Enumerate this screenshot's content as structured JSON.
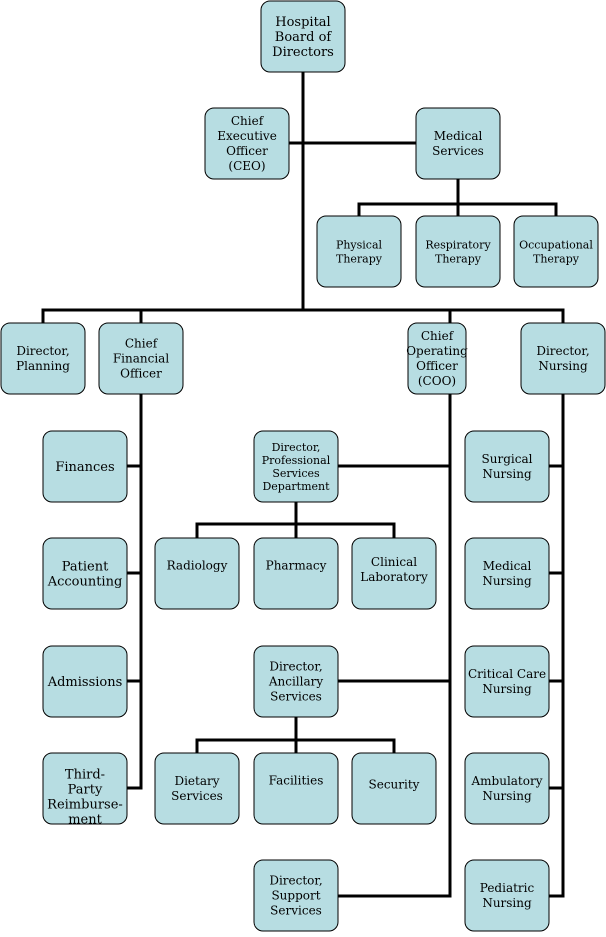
{
  "colors": {
    "box_fill": "#b7dde2",
    "box_stroke": "#000000",
    "line": "#000000",
    "background": "#ffffff"
  },
  "nodes": {
    "board": {
      "lines": [
        "Hospital",
        "Board of",
        "Directors"
      ]
    },
    "ceo": {
      "lines": [
        "Chief",
        "Executive",
        "Officer",
        "(CEO)"
      ]
    },
    "medical_services": {
      "lines": [
        "Medical",
        "Services"
      ]
    },
    "physical_therapy": {
      "lines": [
        "Physical",
        "Therapy"
      ]
    },
    "respiratory_therapy": {
      "lines": [
        "Respiratory",
        "Therapy"
      ]
    },
    "occupational_therapy": {
      "lines": [
        "Occupational",
        "Therapy"
      ]
    },
    "director_planning": {
      "lines": [
        "Director,",
        "Planning"
      ]
    },
    "cfo": {
      "lines": [
        "Chief",
        "Financial",
        "Officer"
      ]
    },
    "coo": {
      "lines": [
        "Chief",
        "Operating",
        "Officer",
        "(COO)"
      ]
    },
    "director_nursing": {
      "lines": [
        "Director,",
        "Nursing"
      ]
    },
    "finances": {
      "lines": [
        "Finances"
      ]
    },
    "patient_accounting": {
      "lines": [
        "Patient",
        "Accounting"
      ]
    },
    "admissions": {
      "lines": [
        "Admissions"
      ]
    },
    "third_party": {
      "lines": [
        "Third-",
        "Party",
        "Reimburse-",
        "ment"
      ]
    },
    "director_professional": {
      "lines": [
        "Director,",
        "Professional",
        "Services",
        "Department"
      ]
    },
    "radiology": {
      "lines": [
        "Radiology"
      ]
    },
    "pharmacy": {
      "lines": [
        "Pharmacy"
      ]
    },
    "clinical_laboratory": {
      "lines": [
        "Clinical",
        "Laboratory"
      ]
    },
    "director_ancillary": {
      "lines": [
        "Director,",
        "Ancillary",
        "Services"
      ]
    },
    "dietary_services": {
      "lines": [
        "Dietary",
        "Services"
      ]
    },
    "facilities": {
      "lines": [
        "Facilities"
      ]
    },
    "security": {
      "lines": [
        "Security"
      ]
    },
    "director_support": {
      "lines": [
        "Director,",
        "Support",
        "Services"
      ]
    },
    "surgical_nursing": {
      "lines": [
        "Surgical",
        "Nursing"
      ]
    },
    "medical_nursing": {
      "lines": [
        "Medical",
        "Nursing"
      ]
    },
    "critical_care_nursing": {
      "lines": [
        "Critical Care",
        "Nursing"
      ]
    },
    "ambulatory_nursing": {
      "lines": [
        "Ambulatory",
        "Nursing"
      ]
    },
    "pediatric_nursing": {
      "lines": [
        "Pediatric",
        "Nursing"
      ]
    }
  }
}
